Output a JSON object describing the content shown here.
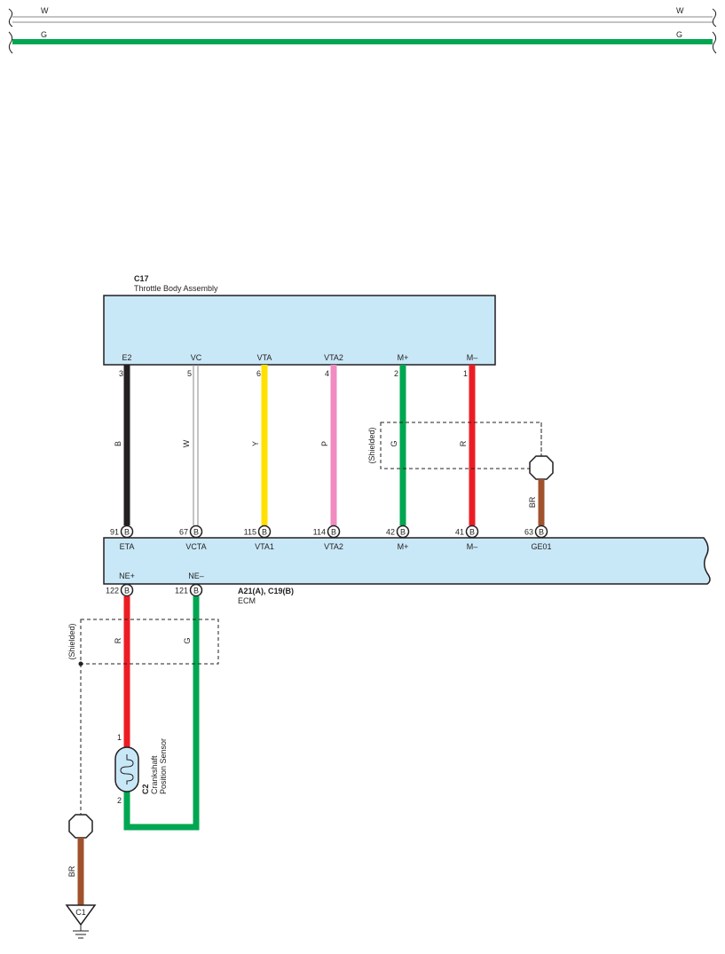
{
  "top_wires": {
    "w_left": "W",
    "w_right": "W",
    "g_left": "G",
    "g_right": "G"
  },
  "throttle_body": {
    "code": "C17",
    "name": "Throttle Body Assembly",
    "pins": [
      {
        "label": "E2",
        "pin": "3",
        "color_label": "B"
      },
      {
        "label": "VC",
        "pin": "5",
        "color_label": "W"
      },
      {
        "label": "VTA",
        "pin": "6",
        "color_label": "Y"
      },
      {
        "label": "VTA2",
        "pin": "4",
        "color_label": "P"
      },
      {
        "label": "M+",
        "pin": "2",
        "color_label": "G"
      },
      {
        "label": "M–",
        "pin": "1",
        "color_label": "R"
      }
    ],
    "shield_label": "(Shielded)"
  },
  "ecm": {
    "code": "A21(A), C19(B)",
    "name": "ECM",
    "top_pins": [
      {
        "number": "91",
        "connector": "B",
        "label": "ETA"
      },
      {
        "number": "67",
        "connector": "B",
        "label": "VCTA"
      },
      {
        "number": "115",
        "connector": "B",
        "label": "VTA1"
      },
      {
        "number": "114",
        "connector": "B",
        "label": "VTA2"
      },
      {
        "number": "42",
        "connector": "B",
        "label": "M+"
      },
      {
        "number": "41",
        "connector": "B",
        "label": "M–"
      },
      {
        "number": "63",
        "connector": "B",
        "label": "GE01"
      }
    ],
    "bottom_pins": [
      {
        "number": "122",
        "connector": "B",
        "label": "NE+"
      },
      {
        "number": "121",
        "connector": "B",
        "label": "NE–"
      }
    ],
    "ge01_wire_label": "BR"
  },
  "crank_sensor": {
    "code": "C2",
    "name_line1": "Crankshaft",
    "name_line2": "Position Sensor",
    "pin1": "1",
    "pin2": "2",
    "wire_r": "R",
    "wire_g": "G",
    "shield_label": "(Shielded)"
  },
  "ground": {
    "label": "C1",
    "wire_label": "BR"
  },
  "colors": {
    "ecu_fill": "#c9e8f7",
    "black": "#231f20",
    "white_wire": "#ffffff",
    "yellow": "#ffe000",
    "pink": "#f08cc0",
    "green": "#00a651",
    "red": "#ed1c24",
    "brown": "#a0522d"
  }
}
